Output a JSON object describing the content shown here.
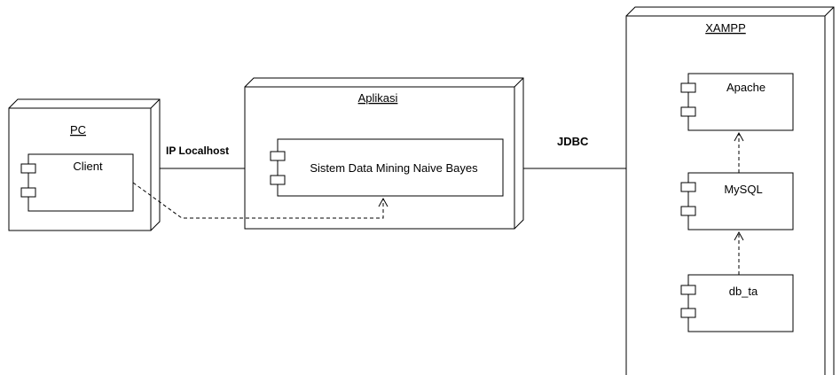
{
  "nodes": {
    "pc": {
      "title": "PC"
    },
    "aplikasi": {
      "title": "Aplikasi"
    },
    "xampp": {
      "title": "XAMPP"
    }
  },
  "components": {
    "client": {
      "label": "Client"
    },
    "sistem": {
      "label": "Sistem Data Mining Naive Bayes"
    },
    "apache": {
      "label": "Apache"
    },
    "mysql": {
      "label": "MySQL"
    },
    "db_ta": {
      "label": "db_ta"
    }
  },
  "connections": {
    "pc_aplikasi": {
      "label": "IP Localhost"
    },
    "aplikasi_xampp": {
      "label": "JDBC"
    }
  },
  "colors": {
    "stroke": "#000000",
    "fill": "#ffffff"
  }
}
